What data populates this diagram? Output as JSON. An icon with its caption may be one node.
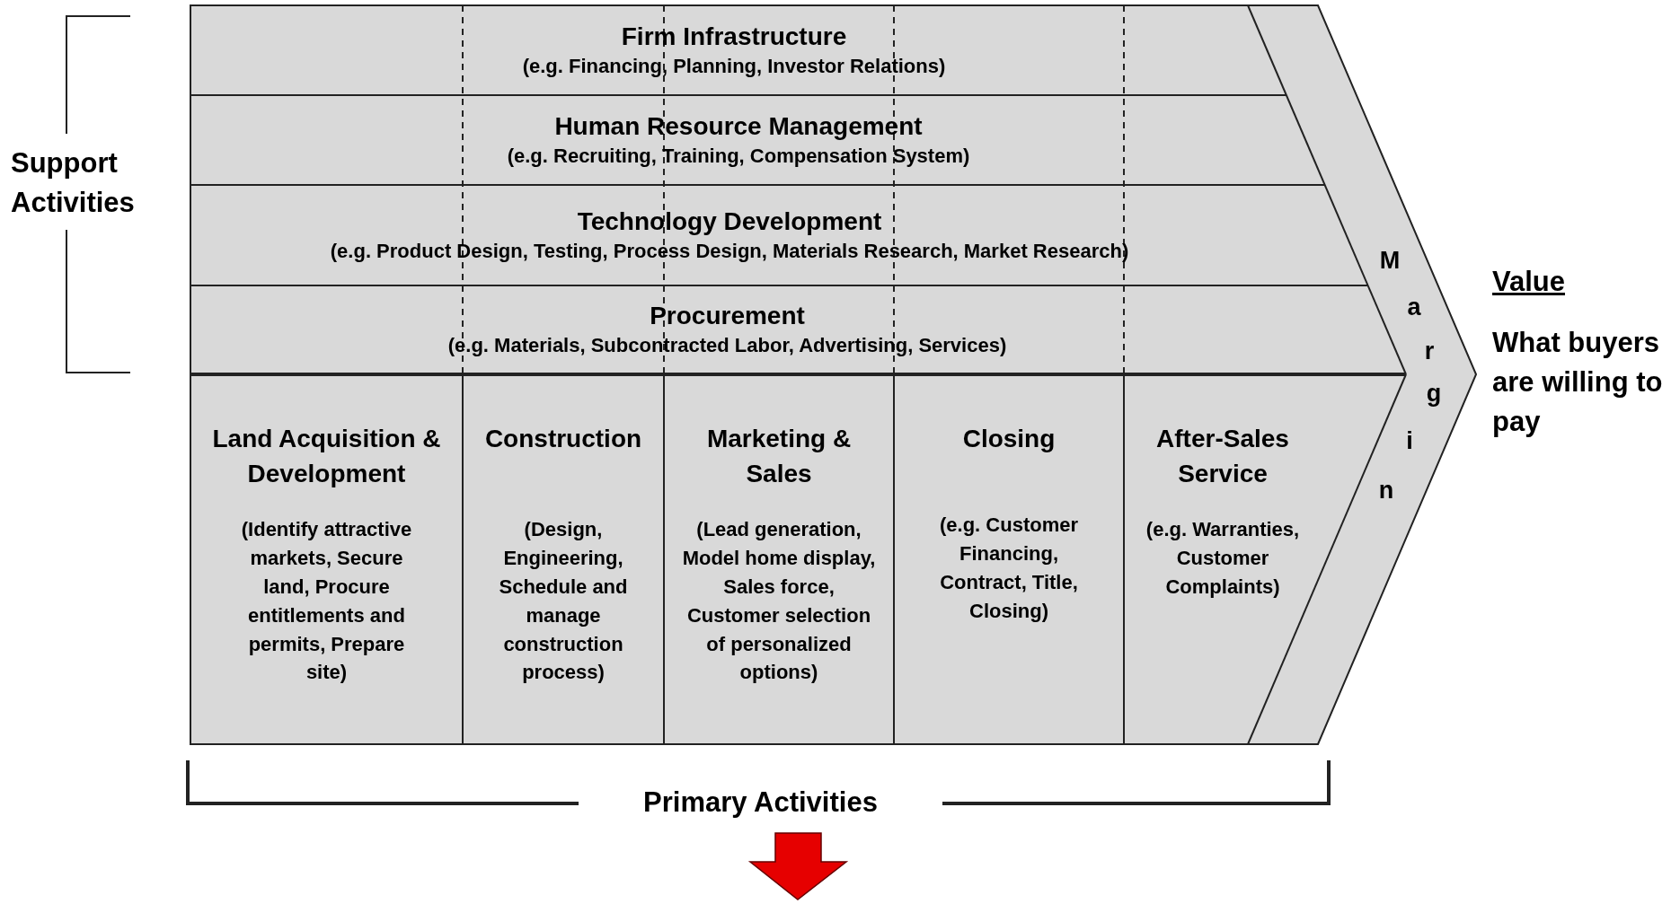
{
  "diagram": {
    "nodes": [
      {
        "text": [
          "Firm Infrastructure",
          "(e.g. Financing, Planning, Investor Relations)"
        ]
      },
      {
        "text": [
          "Human Resource Management",
          "(e.g. Recruiting, Training, Compensation System)"
        ]
      },
      {
        "text": [
          "Technology Development",
          "(e.g. Product Design, Testing, Process Design, Materials Research, Market Research)"
        ]
      },
      {
        "text": [
          "Procurement",
          "(e.g. Materials, Subcontracted Labor, Advertising, Services)"
        ]
      },
      {
        "text": [
          "Land Acquisition & Development",
          "(Identify attractive markets, Secure land, Procure entitlements and permits, Prepare site)"
        ]
      },
      {
        "text": [
          "Construction",
          "(Design, Engineering, Schedule and manage construction process)"
        ]
      },
      {
        "text": [
          "Marketing & Sales",
          "(Lead generation, Model home display,  Sales force, Customer selection of personalized options)"
        ]
      },
      {
        "text": [
          "Closing",
          "(e.g. Customer Financing, Contract, Title, Closing)"
        ]
      },
      {
        "text": [
          "After-Sales Service",
          "(e.g. Warranties, Customer Complaints)"
        ]
      },
      {
        "text": [
          "Margin"
        ]
      }
    ],
    "labels": [
      "Support Activities",
      "Primary Activities",
      "Value",
      "What buyers are willing to pay"
    ]
  }
}
